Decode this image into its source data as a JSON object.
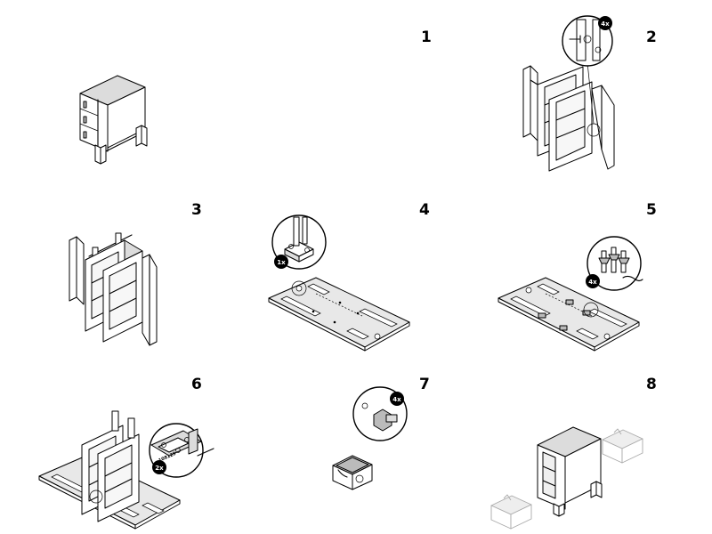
{
  "steps": [
    {
      "number": "1"
    },
    {
      "number": "2",
      "badge": "4x"
    },
    {
      "number": "3"
    },
    {
      "number": "4",
      "badge": "1x"
    },
    {
      "number": "5",
      "badge": "4x"
    },
    {
      "number": "6",
      "badge": "2x",
      "part_label": "108129"
    },
    {
      "number": "7",
      "badge": "4x"
    },
    {
      "number": "8"
    }
  ]
}
